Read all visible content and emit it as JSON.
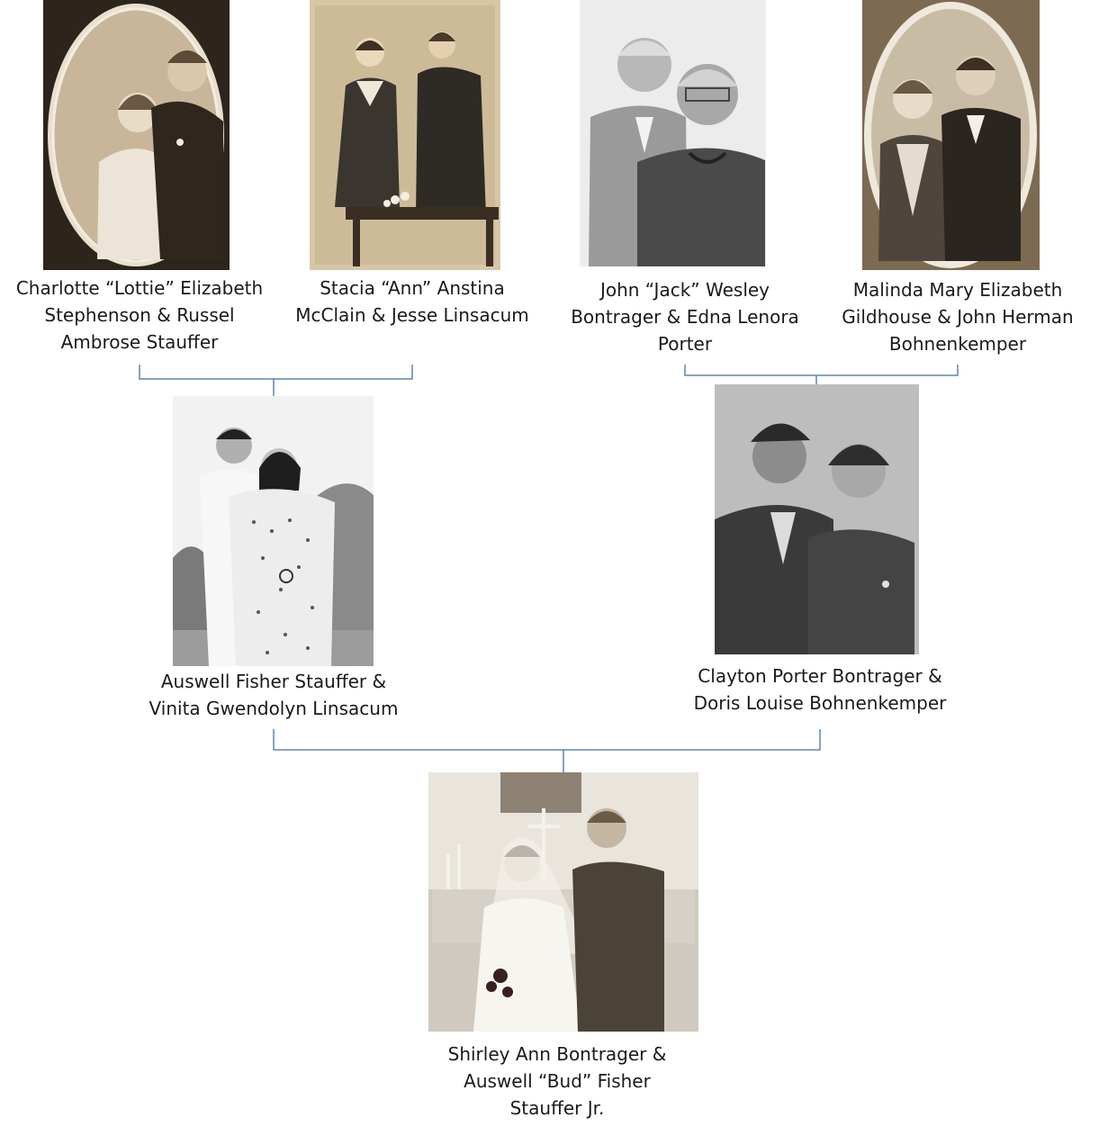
{
  "tree": {
    "great_grandparents": [
      {
        "lines": [
          "Charlotte “Lottie” Elizabeth",
          "Stephenson & Russel",
          "Ambrose Stauffer"
        ],
        "photo": "oval-portrait-couple"
      },
      {
        "lines": [
          "Stacia “Ann” Anstina",
          "McClain & Jesse Linsacum"
        ],
        "photo": "standing-couple-at-table"
      },
      {
        "lines": [
          "John “Jack” Wesley",
          "Bontrager & Edna Lenora",
          "Porter"
        ],
        "photo": "elderly-couple-portrait"
      },
      {
        "lines": [
          "Malinda Mary Elizabeth",
          "Gildhouse & John Herman",
          "Bohnenkemper"
        ],
        "photo": "oval-portrait-couple"
      }
    ],
    "grandparents": [
      {
        "lines": [
          "Auswell Fisher Stauffer &",
          "Vinita Gwendolyn Linsacum"
        ],
        "photo": "outdoor-couple-photo"
      },
      {
        "lines": [
          "Clayton Porter Bontrager &",
          "Doris Louise Bohnenkemper"
        ],
        "photo": "studio-couple-portrait"
      }
    ],
    "couple": {
      "lines": [
        "Shirley Ann Bontrager &",
        "Auswell “Bud” Fisher",
        "Stauffer Jr."
      ],
      "photo": "wedding-photo"
    }
  },
  "colors": {
    "connector": "#5b86b8",
    "sepia_light": "#d9c8a8",
    "sepia_dark": "#3a2c1e",
    "bw_light": "#eeeeee",
    "bw_dark": "#2a2a2a"
  }
}
